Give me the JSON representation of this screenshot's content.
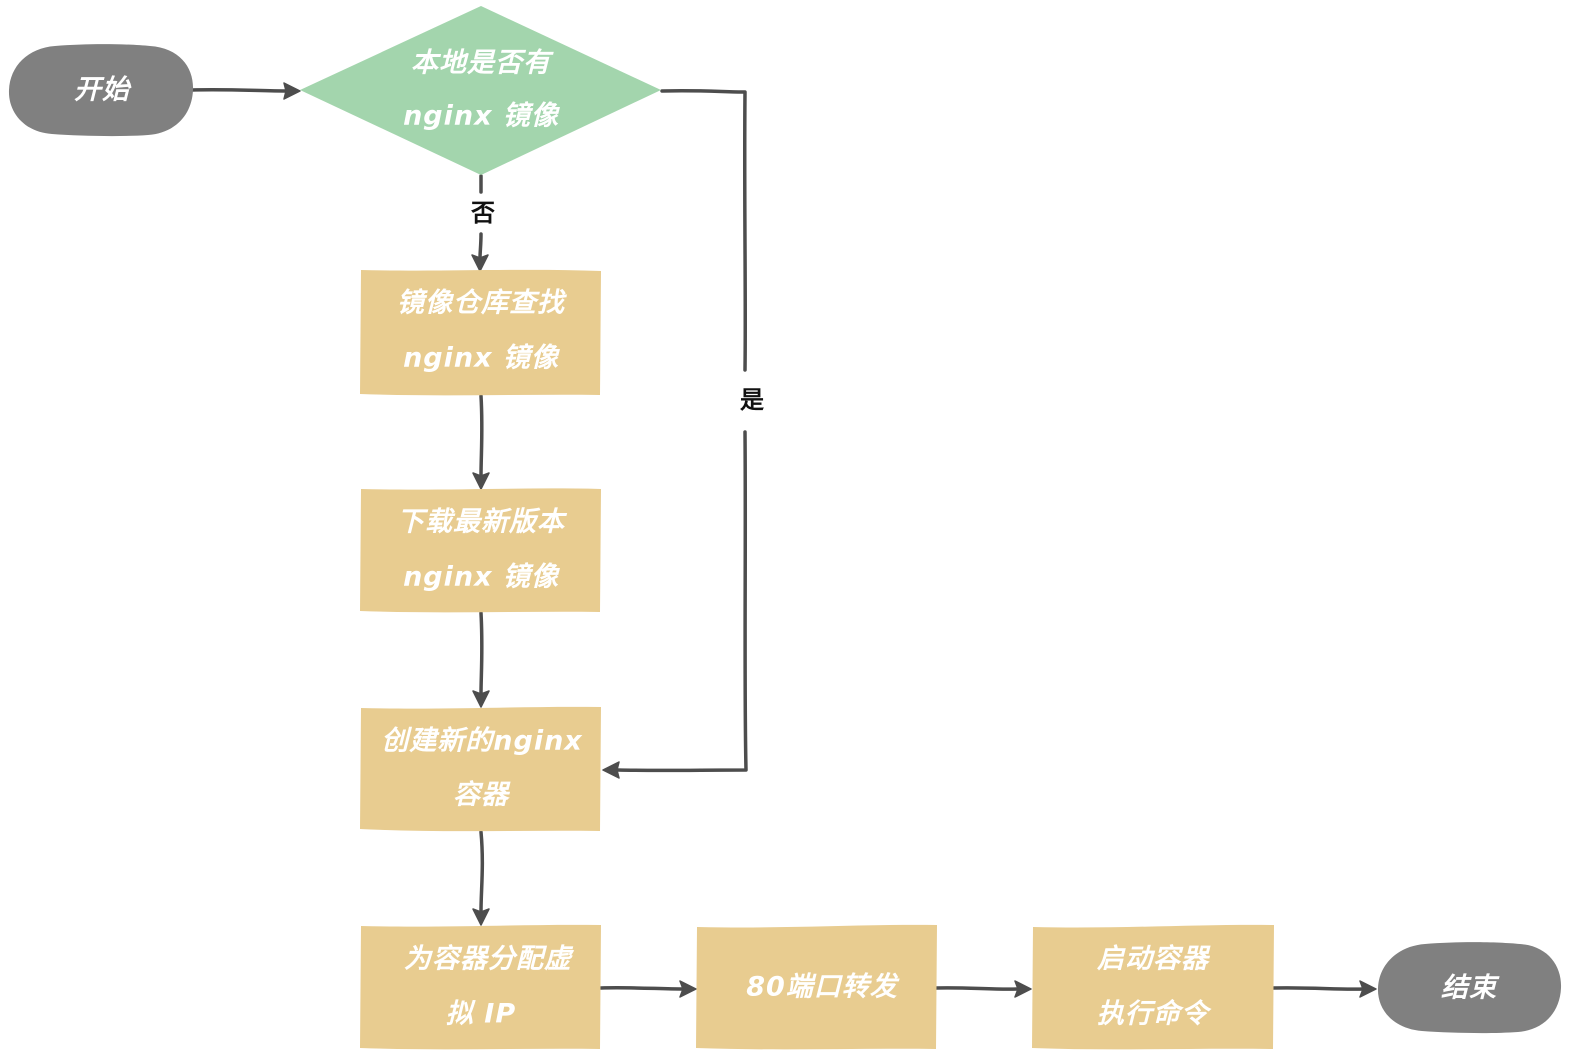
{
  "colors": {
    "terminal": "#808080",
    "decision": "#a3d5ad",
    "process": "#e8cc90",
    "edge": "#4d4d4d",
    "text": "#ffffff",
    "label_text": "#111111"
  },
  "nodes": {
    "start": {
      "lines": [
        "开始"
      ]
    },
    "decision": {
      "lines": [
        "本地是否有",
        "nginx 镜像"
      ]
    },
    "search_repo": {
      "lines": [
        "镜像仓库查找",
        "nginx 镜像"
      ]
    },
    "download": {
      "lines": [
        "下载最新版本",
        "nginx 镜像"
      ]
    },
    "create_container": {
      "lines": [
        "创建新的nginx",
        "容器"
      ]
    },
    "assign_ip": {
      "lines": [
        "为容器分配虚",
        "拟 IP"
      ]
    },
    "port_forward": {
      "lines": [
        "80端口转发"
      ]
    },
    "start_container": {
      "lines": [
        "启动容器",
        "执行命令"
      ]
    },
    "end": {
      "lines": [
        "结束"
      ]
    }
  },
  "edge_labels": {
    "no": "否",
    "yes": "是"
  }
}
